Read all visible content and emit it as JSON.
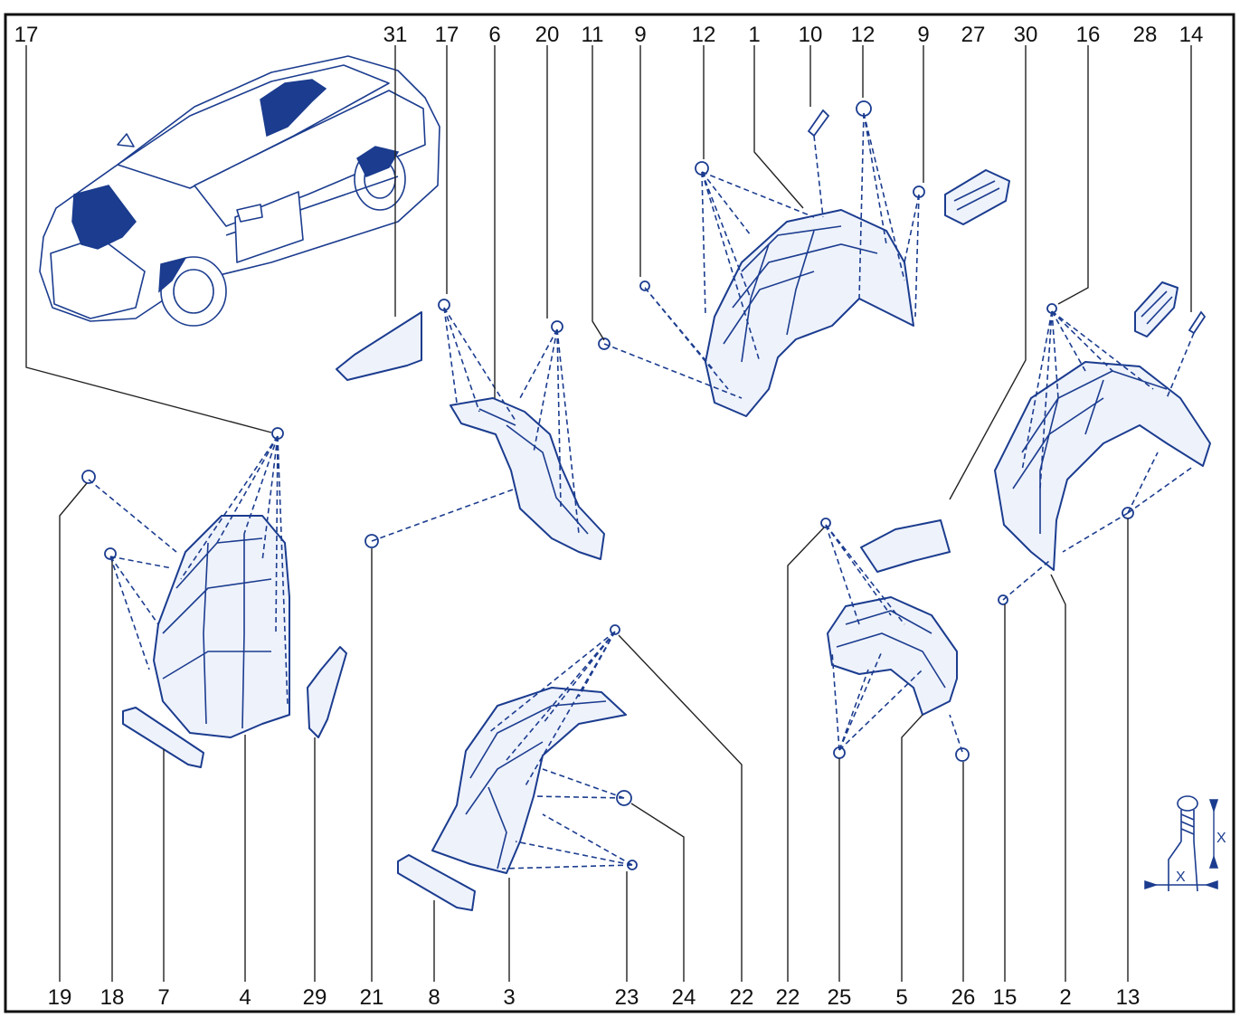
{
  "callouts": {
    "top": [
      "17",
      "31",
      "17",
      "6",
      "20",
      "11",
      "9",
      "12",
      "1",
      "10",
      "12",
      "9",
      "27",
      "30",
      "16",
      "28",
      "14"
    ],
    "bottom": [
      "19",
      "18",
      "7",
      "4",
      "29",
      "21",
      "8",
      "3",
      "23",
      "24",
      "22",
      "22",
      "25",
      "5",
      "26",
      "15",
      "2",
      "13"
    ]
  },
  "dimension": {
    "label_vertical": "X",
    "label_horizontal": "X"
  },
  "colors": {
    "line_art": "#1b3c8f",
    "frame": "#111111"
  }
}
